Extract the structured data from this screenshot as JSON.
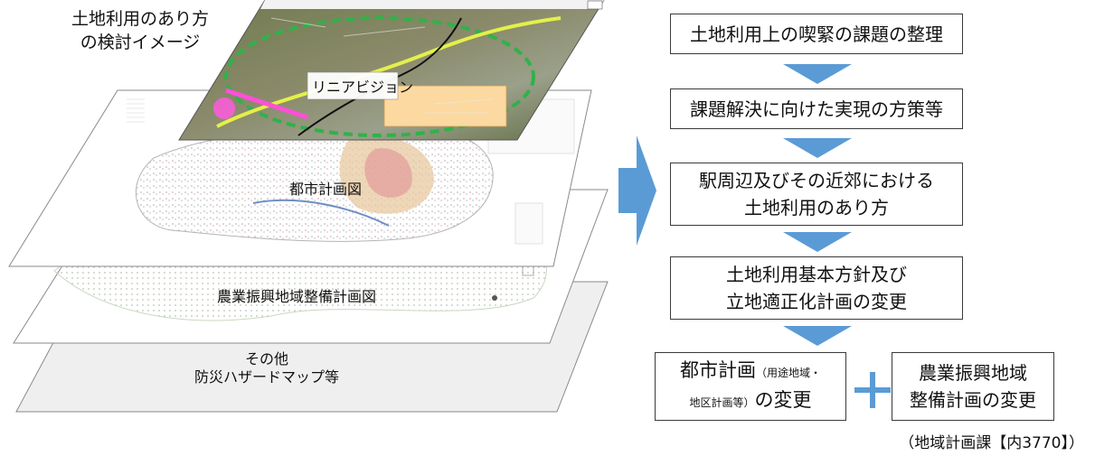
{
  "left_title": {
    "line1": "土地利用のあり方",
    "line2": "の検討イメージ"
  },
  "layers": [
    {
      "label": "リニアビジョン",
      "header": "⽐⽐⽐⽐⽐⽐⽐⽐⽐⽐"
    },
    {
      "label": "都市計画図"
    },
    {
      "label": "農業振興地域整備計画図"
    },
    {
      "label_line1": "その他",
      "label_line2": "防災ハザードマップ等"
    }
  ],
  "flow_steps": [
    {
      "line1": "土地利用上の喫緊の課題の整理"
    },
    {
      "line1": "課題解決に向けた実現の方策等"
    },
    {
      "line1": "駅周辺及びその近郊における",
      "line2": "土地利用のあり方"
    },
    {
      "line1": "土地利用基本方針及び",
      "line2": "立地適正化計画の変更"
    }
  ],
  "outcomes": {
    "left": {
      "main1": "都市計画",
      "sub1": "（用途地域・",
      "sub2": "地区計画等）",
      "main2": "の変更"
    },
    "right": {
      "line1": "農業振興地域",
      "line2": "整備計画の変更"
    }
  },
  "footer": "（地域計画課【内3770】）",
  "colors": {
    "arrow": "#5b9bd5",
    "box_border": "#3a3a3a"
  }
}
